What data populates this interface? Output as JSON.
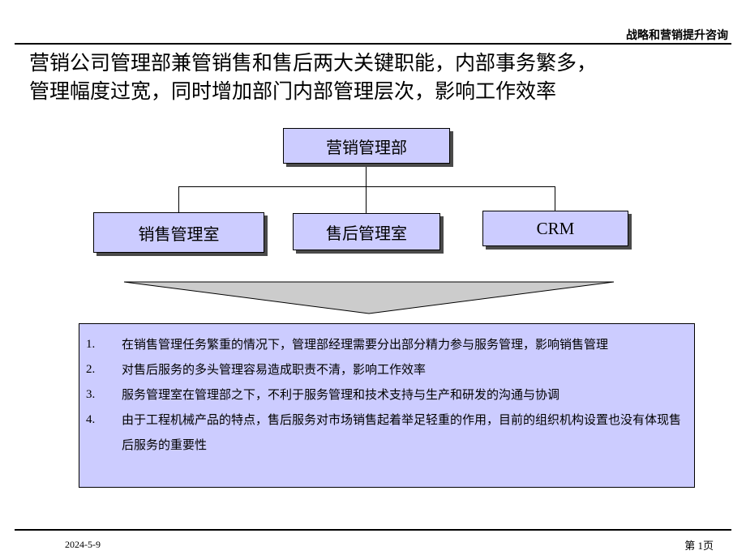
{
  "header": {
    "brand": "战略和营销提升咨询"
  },
  "headline": {
    "line1": "营销公司管理部兼管销售和售后两大关键职能，内部事务繁多，",
    "line2": "管理幅度过宽，同时增加部门内部管理层次，影响工作效率"
  },
  "org_chart": {
    "root": "营销管理部",
    "children": [
      "销售管理室",
      "售后管理室",
      "CRM"
    ]
  },
  "notes": [
    {
      "num": "1.",
      "text": "在销售管理任务繁重的情况下，管理部经理需要分出部分精力参与服务管理，影响销售管理"
    },
    {
      "num": "2.",
      "text": "对售后服务的多头管理容易造成职责不清，影响工作效率"
    },
    {
      "num": "3.",
      "text": "服务管理室在管理部之下，不利于服务管理和技术支持与生产和研发的沟通与协调"
    },
    {
      "num": "4.",
      "text": "由于工程机械产品的特点，售后服务对市场销售起着举足轻重的作用，目前的组织机构设置也没有体现售后服务的重要性"
    }
  ],
  "footer": {
    "date": "2024-5-9",
    "page": "第 1页"
  }
}
